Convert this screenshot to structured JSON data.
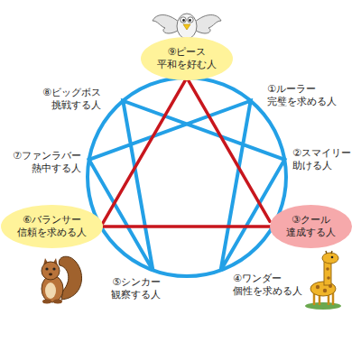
{
  "diagram": {
    "nodes": [
      {
        "text": [
          "⑨ピース",
          "平和を好む人"
        ]
      },
      {
        "text": [
          "⑥バランサー",
          "信頼を求める人"
        ]
      },
      {
        "text": [
          "③クール",
          "達成する人"
        ]
      }
    ],
    "edges": [
      {
        "from": 0,
        "to": 2,
        "arrow": "none"
      },
      {
        "from": 2,
        "to": 1,
        "arrow": "none"
      },
      {
        "from": 1,
        "to": 0,
        "arrow": "none"
      }
    ],
    "labels": [
      "⑧ビッグボス",
      "挑戦する人",
      "①ルーラー",
      "完璧を求める人",
      "⑦ファンラバー",
      "熱中する人",
      "②スマイリー",
      "助ける人",
      "⑤シンカー",
      "観察する人",
      "④ワンダー",
      "個性を求める人"
    ]
  }
}
